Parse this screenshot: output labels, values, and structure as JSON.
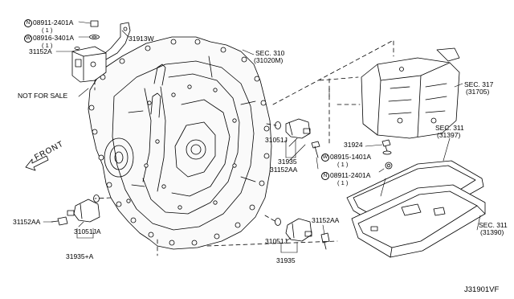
{
  "callouts": {
    "p_08911_top": {
      "marker": "N",
      "code": "08911-2401A",
      "qty": "( 1 )"
    },
    "p_08916": {
      "marker": "W",
      "code": "08916-3401A",
      "qty": "( 1 )"
    },
    "p_31152A": "31152A",
    "p_31913W": "31913W",
    "not_for_sale": "NOT FOR SALE",
    "sec310": {
      "line1": "SEC. 310",
      "line2": "(31020M)"
    },
    "sec317": {
      "line1": "SEC. 317",
      "line2": "(31705)"
    },
    "sec311_upper": {
      "line1": "SEC. 311",
      "line2": "(31397)"
    },
    "sec311_lower": {
      "line1": "SEC. 311",
      "line2": "(31390)"
    },
    "p_31051J_upper": "31051J",
    "p_31935_upper": "31935",
    "p_31152AA_right": "31152AA",
    "p_31924": "31924",
    "p_08915": {
      "marker": "W",
      "code": "08915-1401A",
      "qty": "( 1 )"
    },
    "p_08911_mid": {
      "marker": "N",
      "code": "08911-2401A",
      "qty": "( 1 )"
    },
    "front": "FRONT",
    "p_31152AA_left": "31152AA",
    "p_31051JA": "31051JA",
    "p_31935A": "31935+A",
    "p_31051J_lower": "31051J",
    "p_31935_lower": "31935",
    "p_31152AA_lower": "31152AA",
    "diagram_code": "J31901VF"
  }
}
